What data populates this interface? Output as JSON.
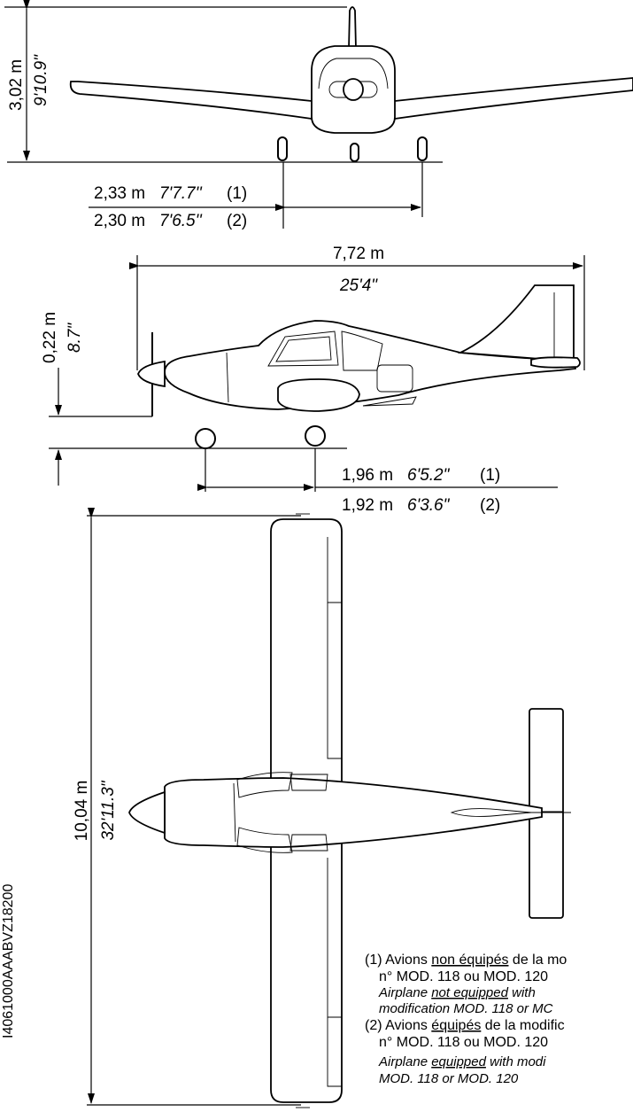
{
  "front_view": {
    "height_metric": "3,02 m",
    "height_imperial": "9'10.9\"",
    "track_1_metric": "2,33 m",
    "track_1_imperial": "7'7.7''",
    "track_1_ref": "(1)",
    "track_2_metric": "2,30 m",
    "track_2_imperial": "7'6.5''",
    "track_2_ref": "(2)"
  },
  "side_view": {
    "length_metric": "7,72 m",
    "length_imperial": "25'4\"",
    "clearance_metric": "0,22 m",
    "clearance_imperial": "8.7\"",
    "wheelbase_1_metric": "1,96 m",
    "wheelbase_1_imperial": "6'5.2\"",
    "wheelbase_1_ref": "(1)",
    "wheelbase_2_metric": "1,92 m",
    "wheelbase_2_imperial": "6'3.6\"",
    "wheelbase_2_ref": "(2)"
  },
  "top_view": {
    "span_metric": "10,04 m",
    "span_imperial": "32'11.3\""
  },
  "figure_code": "I4061000AAABVZ18200",
  "notes": {
    "n1_fr_a": "(1) Avions ",
    "n1_fr_u": "non équipés",
    "n1_fr_b": " de la mo",
    "n1_fr_c": "n° MOD. 118 ou MOD. 120",
    "n1_en_a": "Airplane ",
    "n1_en_u": "not equipped",
    "n1_en_b": " with",
    "n1_en_c": "modification MOD. 118 or MC",
    "n2_fr_a": "(2) Avions ",
    "n2_fr_u": "équipés",
    "n2_fr_b": " de la modific",
    "n2_fr_c": "n° MOD. 118 ou MOD. 120",
    "n2_en_a": "Airplane ",
    "n2_en_u": "equipped",
    "n2_en_b": " with modi",
    "n2_en_c": "MOD. 118 or MOD. 120"
  }
}
